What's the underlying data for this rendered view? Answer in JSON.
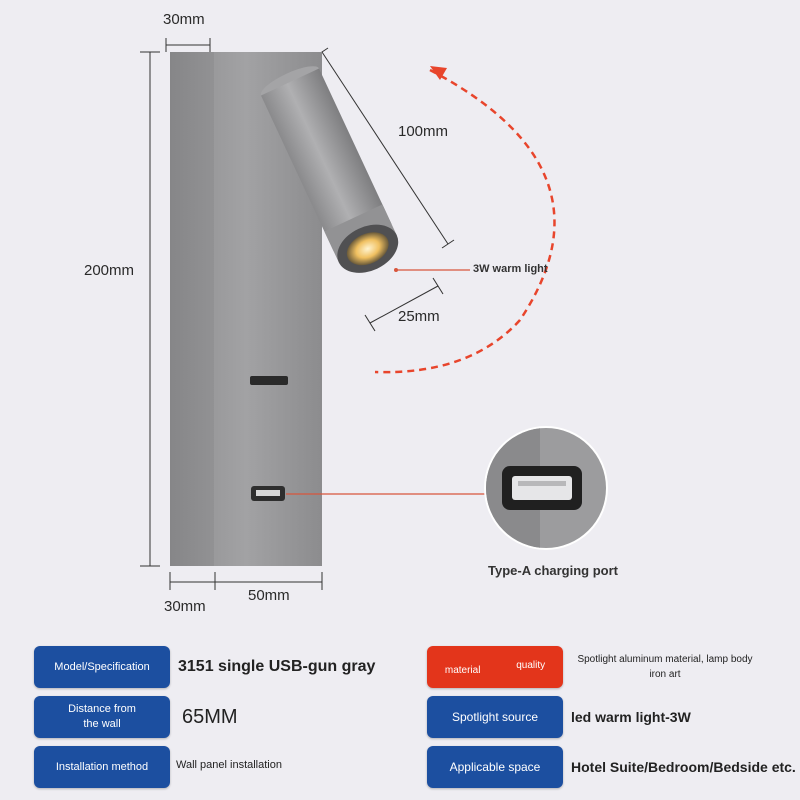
{
  "dimensions": {
    "top_depth": "30mm",
    "height": "200mm",
    "arm_length": "100mm",
    "head_diameter": "25mm",
    "base_depth": "30mm",
    "width": "50mm"
  },
  "callouts": {
    "light": "3W warm light",
    "port": "Type-A charging port"
  },
  "specs_left": [
    {
      "label": "Model/Specification",
      "value": "3151 single USB-gun gray"
    },
    {
      "label": "Distance from the wall",
      "value": "65MM"
    },
    {
      "label": "Installation method",
      "value": "Wall panel installation"
    }
  ],
  "specs_right": [
    {
      "label_a": "material",
      "label_b": "quality",
      "value": "Spotlight aluminum material, lamp body iron art"
    },
    {
      "label": "Spotlight source",
      "value": "led warm light-3W"
    },
    {
      "label": "Applicable space",
      "value": "Hotel Suite/Bedroom/Bedside etc."
    }
  ],
  "colors": {
    "label_blue": "#1c4fa0",
    "label_red": "#e3351b",
    "lamp_gray": "#9a9a9c",
    "arc_red": "#e8452c",
    "background": "#eeedf2"
  }
}
